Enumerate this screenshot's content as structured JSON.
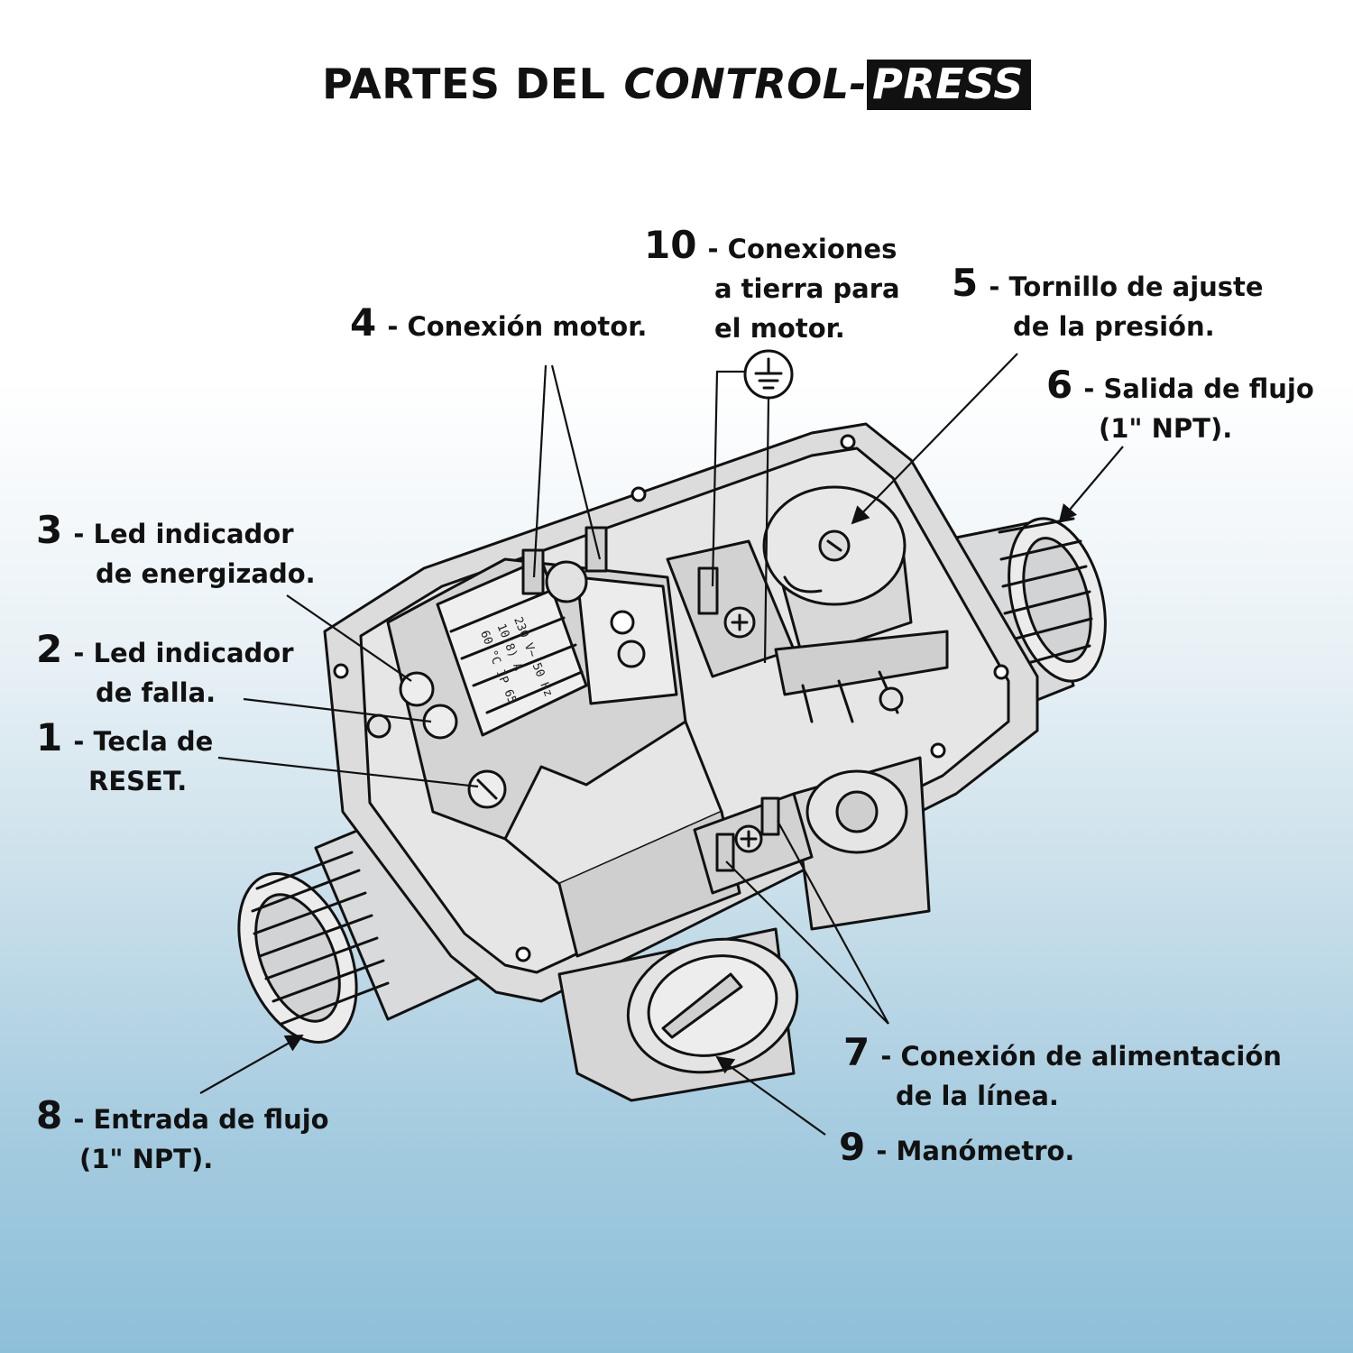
{
  "title": {
    "prefix": "PARTES DEL",
    "brand": "CONTROL-",
    "brand_highlight": "PRESS"
  },
  "parts": [
    {
      "num": "1",
      "line1": " - Tecla de",
      "line2": "RESET."
    },
    {
      "num": "2",
      "line1": " - Led indicador",
      "line2": "de falla."
    },
    {
      "num": "3",
      "line1": " - Led indicador",
      "line2": "de energizado."
    },
    {
      "num": "4",
      "line1": " - Conexión motor.",
      "line2": ""
    },
    {
      "num": "5",
      "line1": " - Tornillo de ajuste",
      "line2": "de la presión."
    },
    {
      "num": "6",
      "line1": " - Salida de flujo",
      "line2": "(1\" NPT)."
    },
    {
      "num": "7",
      "line1": " - Conexión de alimentación",
      "line2": "de la línea."
    },
    {
      "num": "8",
      "line1": " - Entrada de flujo",
      "line2": "(1\" NPT)."
    },
    {
      "num": "9",
      "line1": " - Manómetro.",
      "line2": ""
    },
    {
      "num": "10",
      "line1": " - Conexiones",
      "line2": "a tierra para",
      "line3": "el motor."
    }
  ],
  "device_markings": {
    "plate_1": "230 V~ 50 Hz",
    "plate_2": "10(8) A",
    "plate_3": "60 °C  IP 65"
  }
}
